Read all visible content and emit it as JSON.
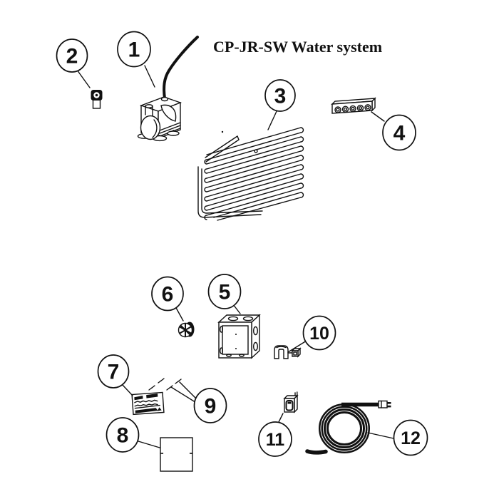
{
  "title": "CP-JR-SW Water system",
  "callouts": [
    {
      "id": 1,
      "label": "1",
      "points_to": "water-pump"
    },
    {
      "id": 2,
      "label": "2",
      "points_to": "small-fitting"
    },
    {
      "id": 3,
      "label": "3",
      "points_to": "serpentine-coil"
    },
    {
      "id": 4,
      "label": "4",
      "points_to": "tube-clamp-strip"
    },
    {
      "id": 5,
      "label": "5",
      "points_to": "mounting-box"
    },
    {
      "id": 6,
      "label": "6",
      "points_to": "impeller"
    },
    {
      "id": 7,
      "label": "7",
      "points_to": "instruction-label"
    },
    {
      "id": 8,
      "label": "8",
      "points_to": "square-plate"
    },
    {
      "id": 9,
      "label": "9",
      "points_to": "screws"
    },
    {
      "id": 10,
      "label": "10",
      "points_to": "retaining-clip"
    },
    {
      "id": 11,
      "label": "11",
      "points_to": "rocker-switch"
    },
    {
      "id": 12,
      "label": "12",
      "points_to": "coiled-cable"
    }
  ],
  "colors": {
    "line": "#111111",
    "background": "#ffffff"
  }
}
